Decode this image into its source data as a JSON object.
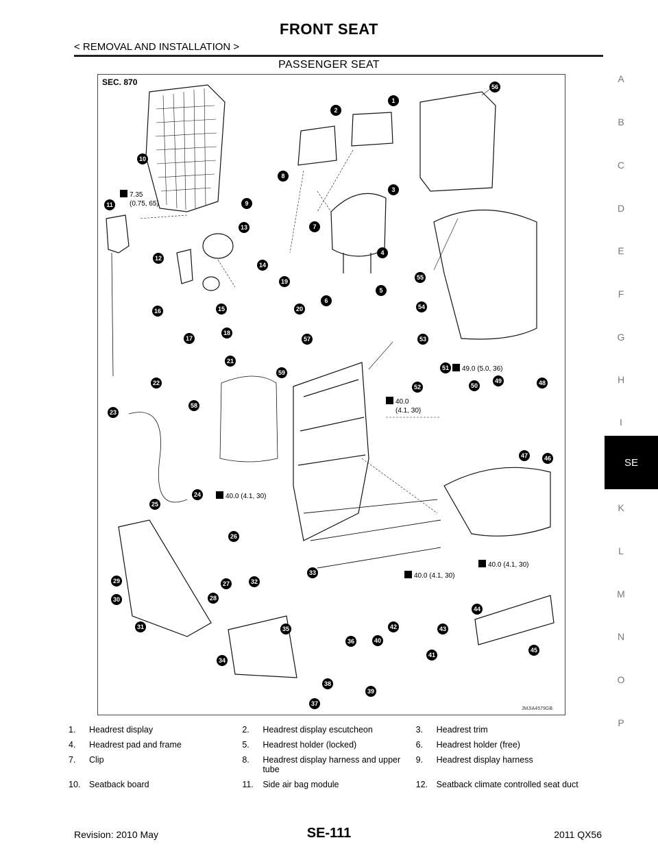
{
  "header": {
    "title": "FRONT SEAT",
    "section": "< REMOVAL AND INSTALLATION >",
    "subtitle": "PASSENGER SEAT"
  },
  "index": {
    "letters": [
      "A",
      "B",
      "C",
      "D",
      "E",
      "F",
      "G",
      "H",
      "I",
      "SE",
      "K",
      "L",
      "M",
      "N",
      "O",
      "P"
    ],
    "active": "SE"
  },
  "figure": {
    "sec_label": "SEC. 870",
    "code": "JMJIA4579GB",
    "torques": [
      {
        "value": "7.35",
        "sub": "(0.75, 65)"
      },
      {
        "value": "49.0 (5.0, 36)"
      },
      {
        "value": "40.0",
        "sub": "(4.1, 30)"
      },
      {
        "value": "40.0 (4.1, 30)"
      },
      {
        "value": "40.0 (4.1, 30)"
      },
      {
        "value": "40.0 (4.1, 30)"
      }
    ],
    "callouts": [
      "1",
      "2",
      "3",
      "4",
      "5",
      "6",
      "7",
      "8",
      "9",
      "10",
      "11",
      "12",
      "13",
      "14",
      "15",
      "16",
      "17",
      "18",
      "19",
      "20",
      "21",
      "22",
      "23",
      "24",
      "25",
      "26",
      "27",
      "28",
      "29",
      "30",
      "31",
      "32",
      "33",
      "34",
      "35",
      "36",
      "37",
      "38",
      "39",
      "40",
      "41",
      "42",
      "43",
      "44",
      "45",
      "46",
      "47",
      "48",
      "49",
      "50",
      "51",
      "52",
      "53",
      "54",
      "55",
      "56",
      "57",
      "58",
      "59"
    ]
  },
  "legend": [
    {
      "num": "1.",
      "text": "Headrest display"
    },
    {
      "num": "2.",
      "text": "Headrest display escutcheon"
    },
    {
      "num": "3.",
      "text": "Headrest trim"
    },
    {
      "num": "4.",
      "text": "Headrest pad and frame"
    },
    {
      "num": "5.",
      "text": "Headrest holder (locked)"
    },
    {
      "num": "6.",
      "text": "Headrest holder (free)"
    },
    {
      "num": "7.",
      "text": "Clip"
    },
    {
      "num": "8.",
      "text": "Headrest display harness and upper tube"
    },
    {
      "num": "9.",
      "text": "Headrest display harness"
    },
    {
      "num": "10.",
      "text": "Seatback board"
    },
    {
      "num": "11.",
      "text": "Side air bag module"
    },
    {
      "num": "12.",
      "text": "Seatback climate controlled seat duct"
    }
  ],
  "footer": {
    "revision": "Revision: 2010 May",
    "page": "SE-111",
    "model": "2011 QX56"
  }
}
